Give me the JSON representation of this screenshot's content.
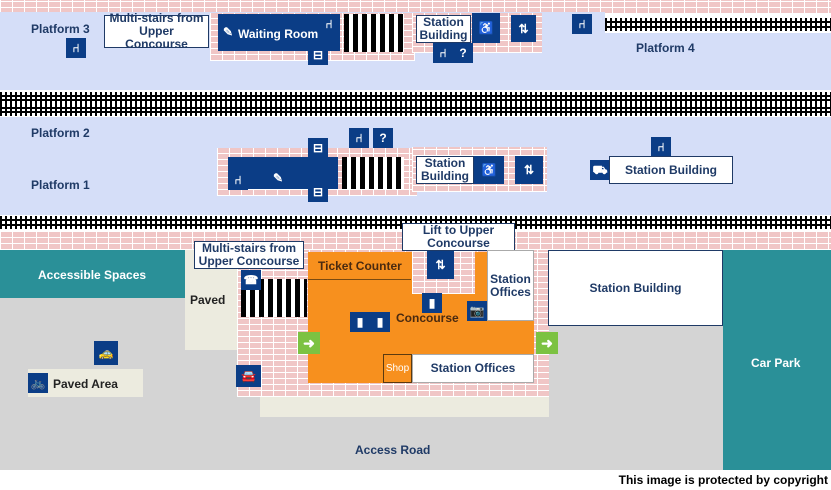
{
  "platforms": {
    "p1": "Platform 1",
    "p2": "Platform 2",
    "p3": "Platform 3",
    "p4": "Platform 4"
  },
  "labels": {
    "multi_stairs_top": "Multi-stairs from Upper Concourse",
    "waiting_room": "Waiting Room",
    "station_building": "Station Building",
    "wc": "WC",
    "multi_stairs_bottom": "Multi-stairs from Upper Concourse",
    "lift": "Lift to Upper Concourse",
    "ticket_counter": "Ticket Counter",
    "station_offices": "Station Offices",
    "concourse": "Concourse",
    "shop": "Shop",
    "accessible_spaces": "Accessible Spaces",
    "paved": "Paved",
    "paved_area": "Paved Area",
    "car_park": "Car Park",
    "access_road": "Access Road"
  },
  "copyright": "This image is protected by copyright",
  "colors": {
    "navy": "#0b3d86",
    "platform": "#d5def8",
    "concourse": "#f7901e",
    "teal": "#2a9098",
    "road": "#d4d4d4",
    "paved": "#ecebdf",
    "exit": "#7cc242"
  }
}
